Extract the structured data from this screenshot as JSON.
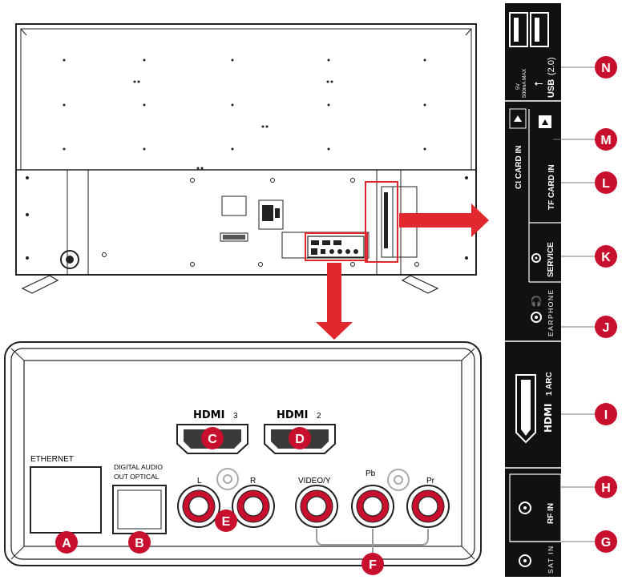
{
  "colors": {
    "badge": "#c8102e",
    "arrow": "#e0282e",
    "outline": "#222222",
    "panel": "#111111",
    "panel_text": "#ffffff",
    "cable": "#9a9a9a"
  },
  "bottom_panel": {
    "hdmi3": {
      "logo": "HDMI",
      "num": "3"
    },
    "hdmi2": {
      "logo": "HDMI",
      "num": "2"
    },
    "ethernet": "ETHERNET",
    "optical_line1": "DIGITAL AUDIO",
    "optical_line2": "OUT OPTICAL",
    "audio_l": "L",
    "audio_r": "R",
    "video_y": "VIDEO/Y",
    "pb": "Pb",
    "pr": "Pr"
  },
  "side_panel": {
    "usb_spec1": "5V",
    "usb_spec2": "500mA MAX",
    "usb": "USB",
    "usb_ver": "(2.0)",
    "ci_card": "CI CARD IN",
    "tf_card": "TF CARD IN",
    "service": "SERVICE",
    "earphone": "EARPHONE",
    "hdmi1": {
      "logo": "HDMI",
      "num": "1",
      "suffix": "ARC"
    },
    "rf_in": "RF IN",
    "sat_in": "SAT IN"
  },
  "badges": {
    "A": "A",
    "B": "B",
    "C": "C",
    "D": "D",
    "E": "E",
    "F": "F",
    "G": "G",
    "H": "H",
    "I": "I",
    "J": "J",
    "K": "K",
    "L": "L",
    "M": "M",
    "N": "N"
  }
}
